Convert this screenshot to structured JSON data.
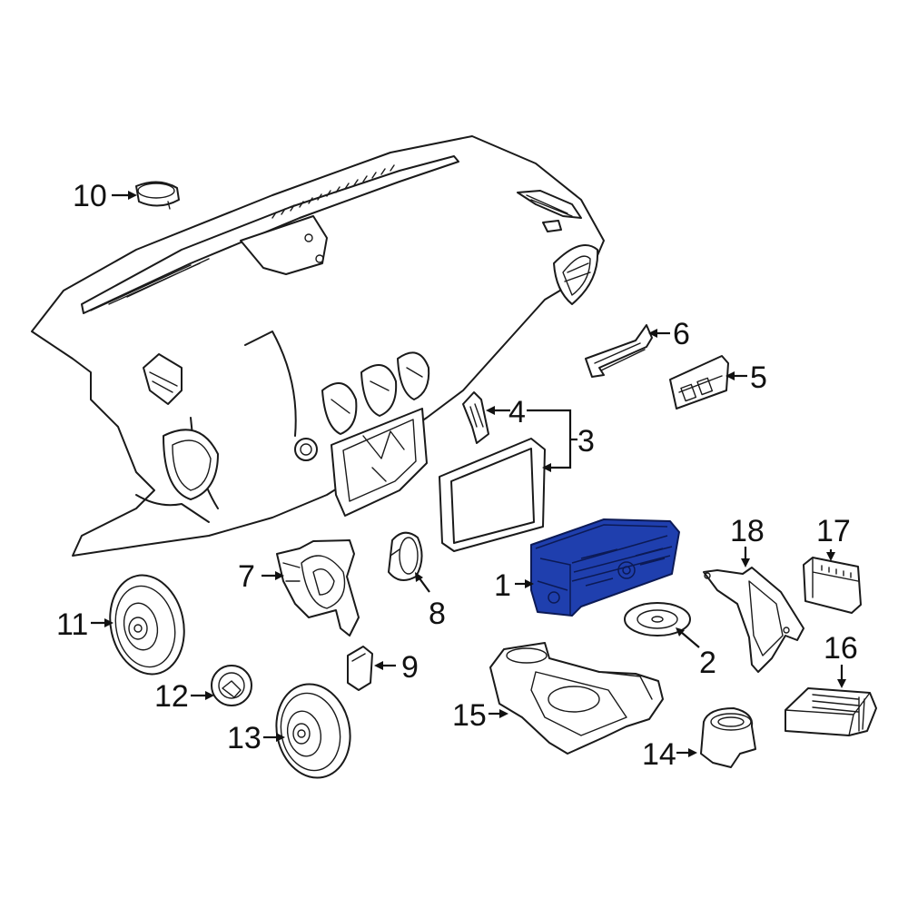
{
  "colors": {
    "highlight": "#1f3fae",
    "line": "#1a1a1a",
    "background": "#ffffff"
  },
  "callouts": [
    {
      "id": "1",
      "text": "1"
    },
    {
      "id": "2",
      "text": "2"
    },
    {
      "id": "3",
      "text": "3"
    },
    {
      "id": "4",
      "text": "4"
    },
    {
      "id": "5",
      "text": "5"
    },
    {
      "id": "6",
      "text": "6"
    },
    {
      "id": "7",
      "text": "7"
    },
    {
      "id": "8",
      "text": "8"
    },
    {
      "id": "9",
      "text": "9"
    },
    {
      "id": "10",
      "text": "10"
    },
    {
      "id": "11",
      "text": "11"
    },
    {
      "id": "12",
      "text": "12"
    },
    {
      "id": "13",
      "text": "13"
    },
    {
      "id": "14",
      "text": "14"
    },
    {
      "id": "15",
      "text": "15"
    },
    {
      "id": "16",
      "text": "16"
    },
    {
      "id": "17",
      "text": "17"
    },
    {
      "id": "18",
      "text": "18"
    }
  ],
  "highlighted_part": "1"
}
